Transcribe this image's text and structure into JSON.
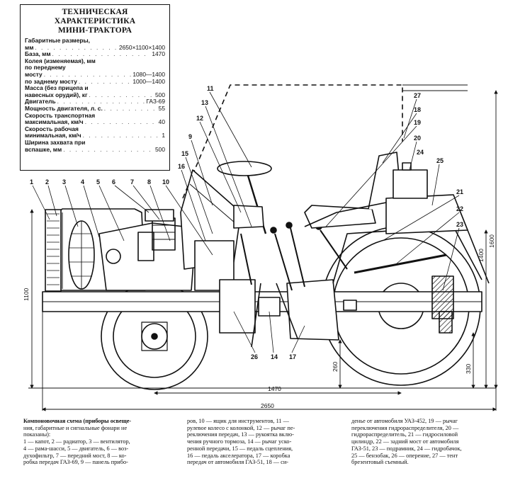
{
  "spec": {
    "title_lines": [
      "ТЕХНИЧЕСКАЯ",
      "ХАРАКТЕРИСТИКА",
      "МИНИ-ТРАКТОРА"
    ],
    "dimensions_label": "Габаритные размеры,",
    "dimensions_unit": "мм",
    "dimensions_value": "2650×1100×1400",
    "base_label": "База, мм",
    "base_value": "1470",
    "track_label_1": "Колея (изменяемая), мм",
    "track_label_2": "по переднему",
    "track_front_label": "мосту",
    "track_front_value": "1080—1400",
    "track_rear_label": "по заднему мосту",
    "track_rear_value": "1000—1400",
    "mass_label_1": "Масса (без прицепа и",
    "mass_label_2": "навесных орудий), кг",
    "mass_value": "500",
    "engine_label": "Двигатель",
    "engine_value": "ГАЗ-69",
    "power_label": "Мощность двигателя, л. с.",
    "power_value": "55",
    "transport_speed_label_1": "Скорость транспортная",
    "transport_speed_label_2": "максимальная, км/ч",
    "transport_speed_value": "40",
    "work_speed_label_1": "Скорость рабочая",
    "work_speed_label_2": "минимальная, км/ч",
    "work_speed_value": "1",
    "plow_width_label_1": "Ширина захвата при",
    "plow_width_label_2": "вспашке, мм",
    "plow_width_value": "500"
  },
  "diagram": {
    "dim_length": "2650",
    "dim_base": "1470",
    "dim_height_full": "1100",
    "dim_height_1400": "1400",
    "dim_height_1600": "1600",
    "dim_clearance": "260",
    "dim_330": "330",
    "numbers": [
      "1",
      "2",
      "3",
      "4",
      "5",
      "6",
      "7",
      "8",
      "9",
      "10",
      "11",
      "12",
      "13",
      "14",
      "15",
      "16",
      "17",
      "18",
      "19",
      "20",
      "21",
      "22",
      "23",
      "24",
      "25",
      "26",
      "27"
    ]
  },
  "caption": {
    "col1": [
      "Компоновочная схема (приборы освеще-",
      "ния, габаритные и сигнальные фонари не",
      "показаны):",
      "1 — капот, 2 — радиатор, 3 — вентилятор,",
      "4 — рама-шасси, 5 — двигатель, 6 — воз-",
      "духофильтр, 7 — передний мост, 8 — ко-",
      "робка передач ГАЗ-69, 9 — панель прибо-"
    ],
    "col2": [
      "ров, 10 — ящик для инструментов, 11 —",
      "рулевое колесо с колонкой, 12 — рычаг пе-",
      "реключения передач, 13 — рукоятка вклю-",
      "чения ручного тормоза, 14 — рычаг уско-",
      "ренной передачи, 15 — педаль сцепления,",
      "16 — педаль акселератора, 17 — коробка",
      "передач от автомобиля ГАЗ-51, 18 — си-"
    ],
    "col3": [
      "денье от автомобиля УАЗ-452, 19 — рычаг",
      "переключения гидрораспределителя, 20 —",
      "гидрораспределитель, 21 — гидросиловой",
      "цилиндр, 22 — задний мост от автомобиля",
      "ГАЗ-51, 23 — подрамник, 24 — гидробачок,",
      "25 — бензобак, 26 — оперение, 27 — тент",
      "брезентовый съемный."
    ]
  }
}
